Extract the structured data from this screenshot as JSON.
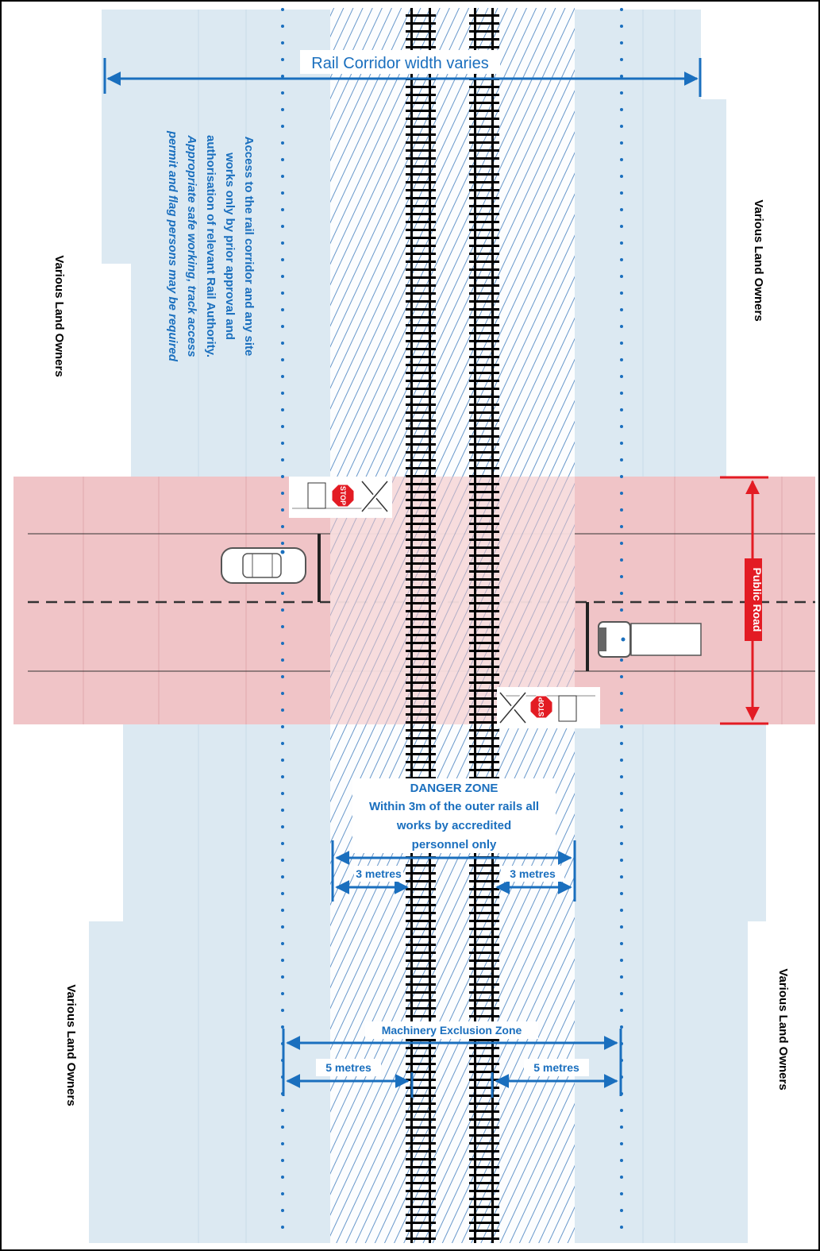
{
  "corridor_label": "Rail Corridor width varies",
  "access_note": {
    "line1": "Access to the rail corridor and any site",
    "line2": "works only by prior approval and",
    "line3": "authorisation of relevant Rail Authority.",
    "line4": "Appropriate safe working, track access",
    "line5": "permit and flag persons may be required"
  },
  "land_owner_label": "Various Land Owners",
  "public_road_label": "Public Road",
  "danger_zone": {
    "title": "DANGER ZONE",
    "line1": "Within 3m of the outer rails all",
    "line2": "works by accredited",
    "line3": "personnel only"
  },
  "danger_offset_label": "3 metres",
  "machinery_zone_label": "Machinery Exclusion Zone",
  "machinery_offset_label": "5 metres",
  "sign_text": "STOP",
  "colors": {
    "land": "#dce9f2",
    "road": "#f0c4c7",
    "accent_blue": "#1a6fbe",
    "road_red": "#e31b23",
    "hatch": "#5b8fc7"
  }
}
